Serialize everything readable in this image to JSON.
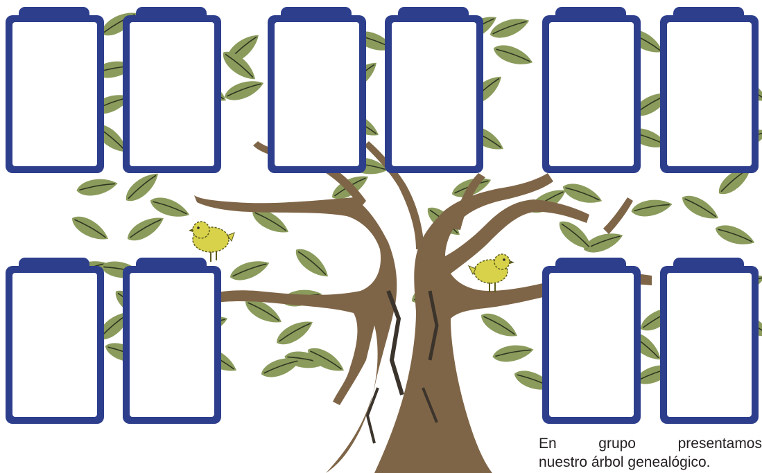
{
  "colors": {
    "leaf": "#8a9b5c",
    "leaf_vein": "#2f3520",
    "trunk": "#7f6547",
    "trunk_crack": "#3b342c",
    "bird": "#d7d24a",
    "frame": "#2d3e8c",
    "background": "#ffffff"
  },
  "frames": {
    "count": 10,
    "rows": 2
  },
  "caption": {
    "words": [
      "En",
      "grupo",
      "presentamos"
    ],
    "line2": "nuestro árbol genealógico."
  }
}
